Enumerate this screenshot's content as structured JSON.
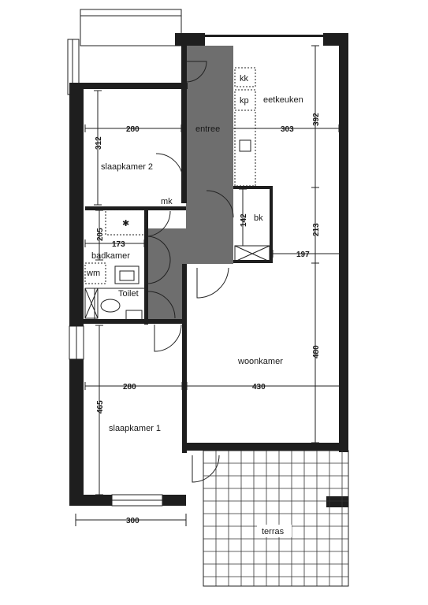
{
  "rooms": {
    "entree": "entree",
    "eetkeuken": "eetkeuken",
    "slaapkamer2": "slaapkamer 2",
    "slaapkamer1": "slaapkamer 1",
    "badkamer": "badkamer",
    "toilet": "Toilet",
    "woonkamer": "woonkamer",
    "terras": "terras",
    "kk": "kk",
    "kp": "kp",
    "mk": "mk",
    "bk": "bk",
    "wm": "wm"
  },
  "dimensions": {
    "sk2_width": "280",
    "sk2_height": "312",
    "kitchen_width": "303",
    "kitchen_height": "392",
    "bath_height": "205",
    "bath_width": "173",
    "bk_height": "142",
    "mid_height": "213",
    "mid_width": "197",
    "sk1_width": "280",
    "sk1_height": "465",
    "living_width": "430",
    "living_height": "480",
    "bottom_width": "300"
  },
  "colors": {
    "wall": "#1e1e1e",
    "hall": "#6e6e6e",
    "lines": "#222222"
  }
}
